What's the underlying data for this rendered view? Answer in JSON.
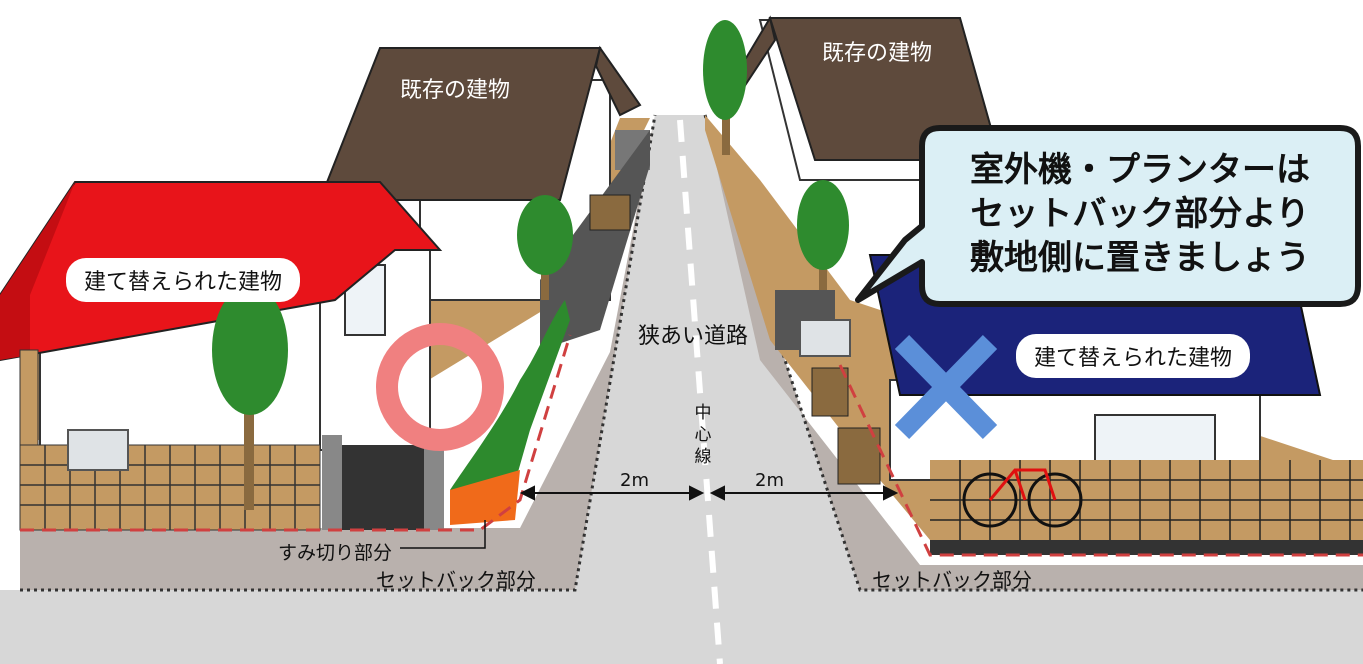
{
  "labels": {
    "existing_left": "既存の建物",
    "existing_right": "既存の建物",
    "rebuilt_left": "建て替えられた建物",
    "rebuilt_right": "建て替えられた建物",
    "narrow_road": "狭あい道路",
    "center_line": [
      "中",
      "心",
      "線"
    ],
    "distance_left": "2m",
    "distance_right": "2m",
    "corner_cut": "すみ切り部分",
    "setback_left": "セットバック部分",
    "setback_right": "セットバック部分"
  },
  "callout": {
    "lines": [
      "室外機・プランターは",
      "セットバック部分より",
      "敷地側に置きましょう"
    ]
  },
  "marks": {
    "good": "circle",
    "bad": "cross"
  },
  "colors": {
    "red_roof": "#e8141a",
    "brown_roof": "#5e4a3c",
    "navy_roof": "#1b237a",
    "ground": "#c49a63",
    "road": "#d7d7d7",
    "setback": "#b9b1ad",
    "circle_mark": "#f08080",
    "cross_mark": "#5b8fd9",
    "callout_fill": "#dbeff5"
  }
}
